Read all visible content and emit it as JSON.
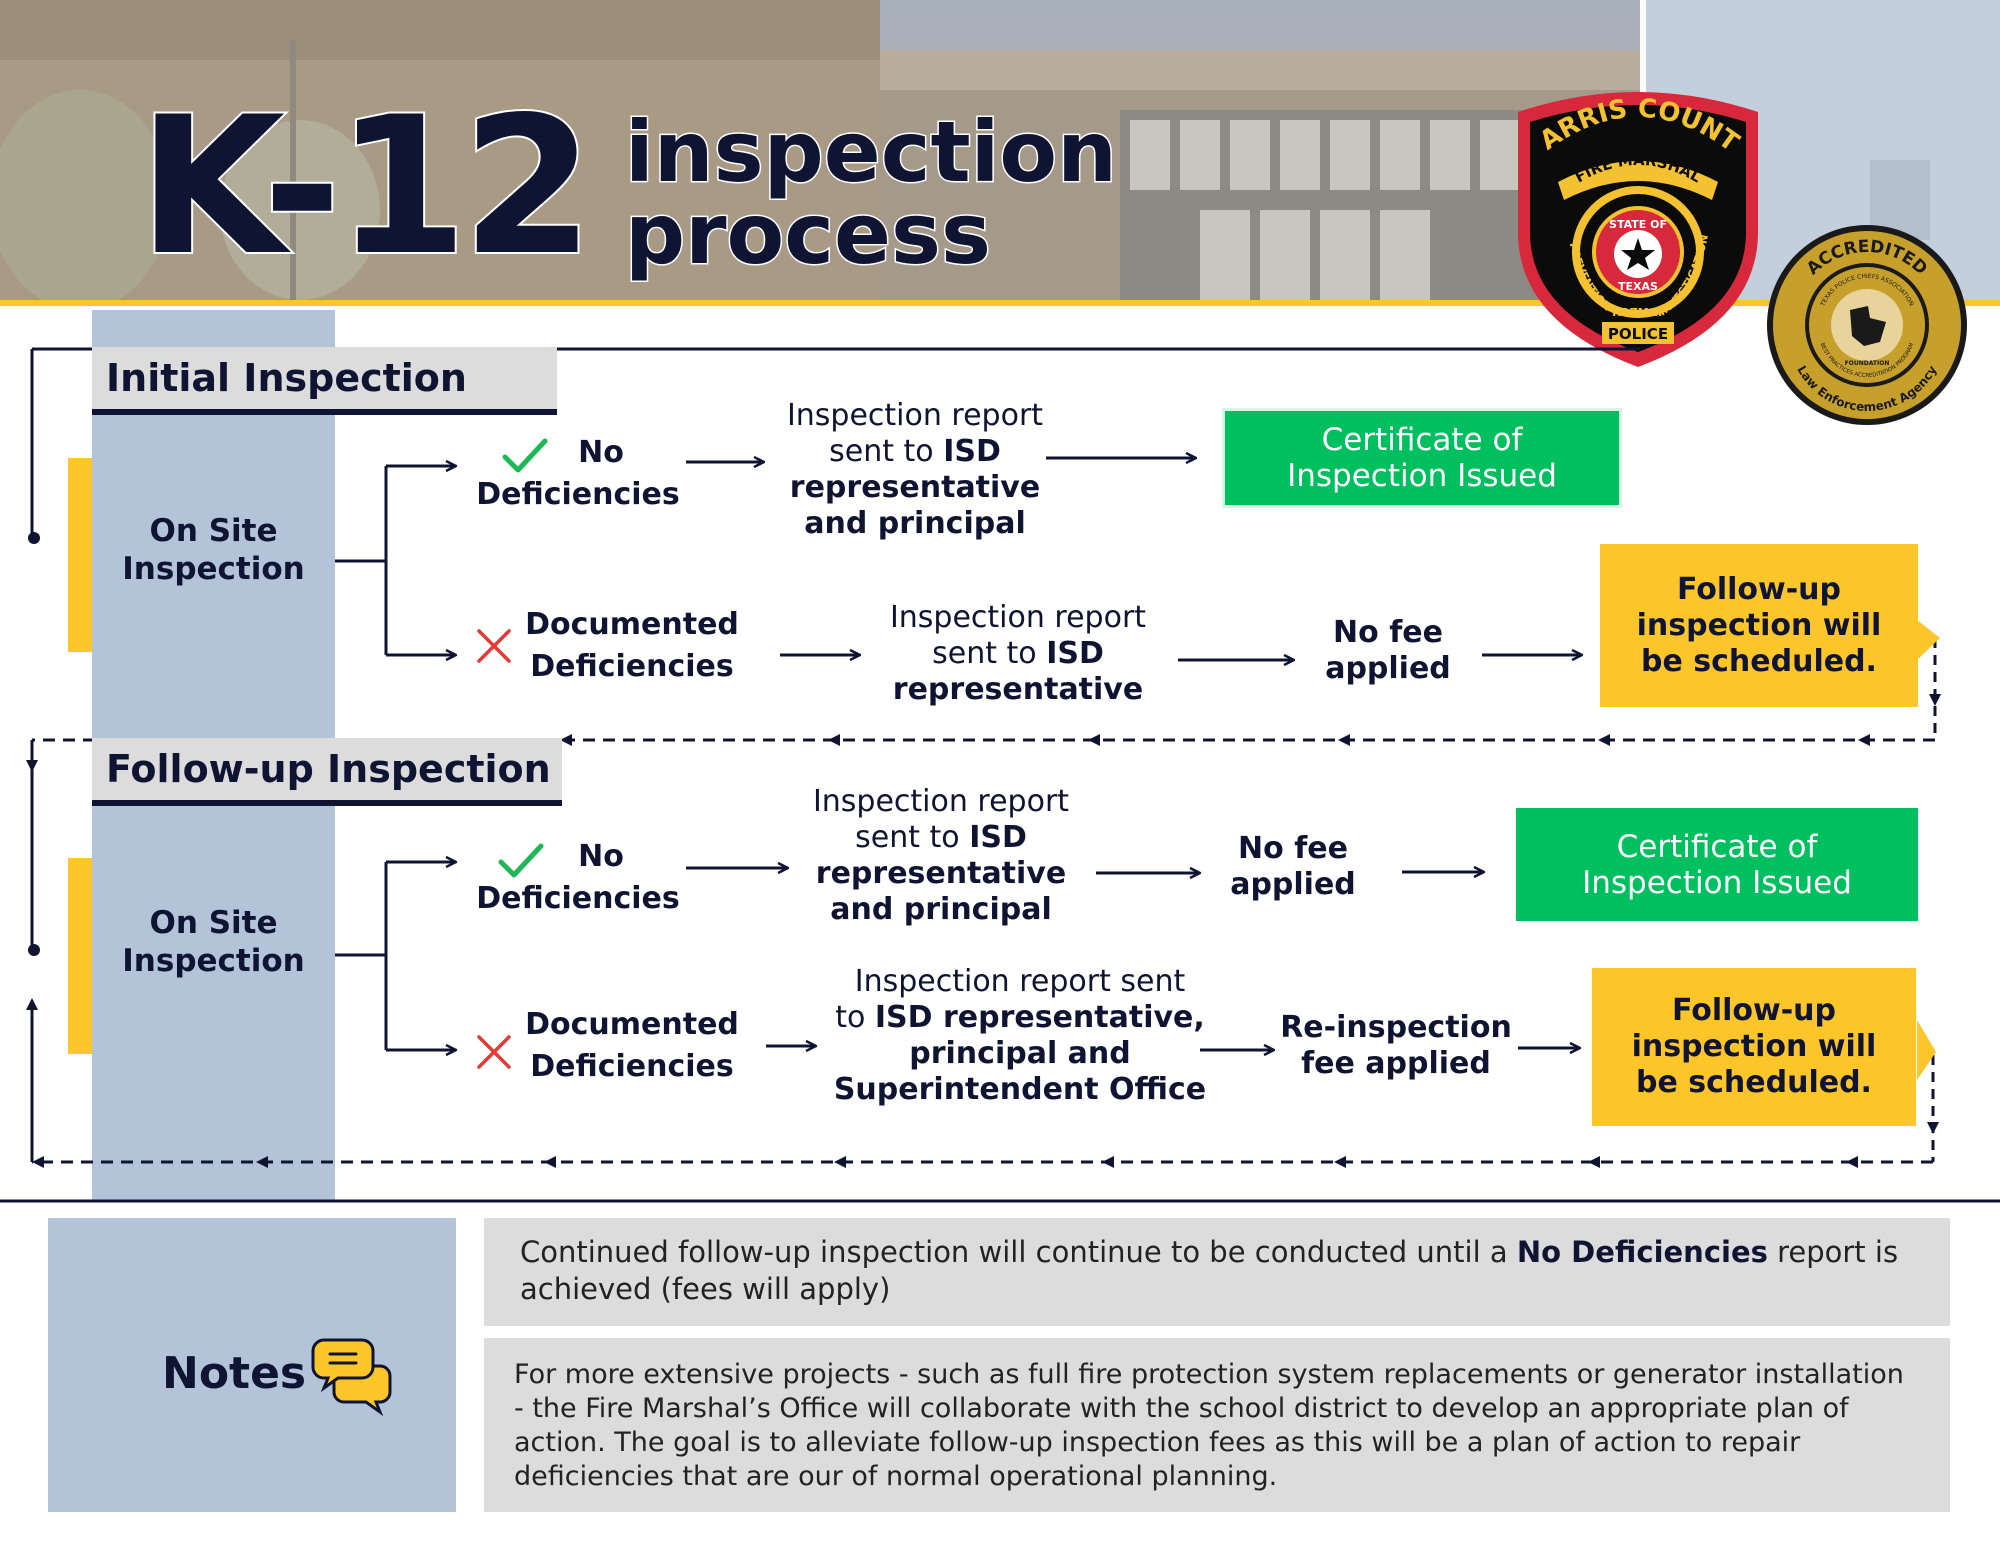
{
  "header": {
    "title_big": "K-12",
    "title_line1": "inspection",
    "title_line2": "process"
  },
  "badges": {
    "harris": {
      "county": "HARRIS COUNTY",
      "fire_marshal": "FIRE MARSHAL",
      "state_of": "STATE OF",
      "texas": "TEXAS",
      "prevention": "PREVENTION",
      "investigation": "INVESTIGATION",
      "hazmat": "HAZMAT",
      "police": "POLICE"
    },
    "accredited": {
      "top": "ACCREDITED",
      "bottom": "Law Enforcement Agency",
      "inner_top": "TEXAS POLICE CHIEFS ASSOCIATION",
      "inner_bottom": "BEST PRACTICES ACCREDITATION PROGRAM",
      "foundation": "FOUNDATION"
    }
  },
  "initial": {
    "section_label": "Initial Inspection",
    "onsite": [
      "On Site",
      "Inspection"
    ],
    "row1": {
      "status_line1": "No",
      "status_line2": "Deficiencies",
      "report_line1": "Inspection report",
      "report_line2_pre": "sent to ",
      "report_line2_bold": "ISD",
      "report_line3": "representative",
      "report_line4": "and principal",
      "outcome": [
        "Certificate of",
        "Inspection Issued"
      ]
    },
    "row2": {
      "status_line1": "Documented",
      "status_line2": "Deficiencies",
      "report_line1": "Inspection report",
      "report_line2_pre": "sent to ",
      "report_line2_bold": "ISD",
      "report_line3": "representative",
      "fee": [
        "No fee",
        "applied"
      ],
      "outcome": [
        "Follow-up",
        "inspection will",
        "be scheduled."
      ]
    }
  },
  "followup": {
    "section_label": "Follow-up Inspection",
    "onsite": [
      "On Site",
      "Inspection"
    ],
    "row1": {
      "status_line1": "No",
      "status_line2": "Deficiencies",
      "report_line1": "Inspection report",
      "report_line2_pre": "sent to ",
      "report_line2_bold": "ISD",
      "report_line3": "representative",
      "report_line4": "and principal",
      "fee": [
        "No fee",
        "applied"
      ],
      "outcome": [
        "Certificate of",
        "Inspection Issued"
      ]
    },
    "row2": {
      "status_line1": "Documented",
      "status_line2": "Deficiencies",
      "report_line1": "Inspection report sent",
      "report_line2_pre": "to ",
      "report_line2_bold": "ISD representative,",
      "report_line3": "principal and",
      "report_line4": "Superintendent Office",
      "fee": [
        "Re-inspection",
        "fee applied"
      ],
      "outcome": [
        "Follow-up",
        "inspection will",
        "be scheduled."
      ]
    }
  },
  "notes": {
    "label": "Notes",
    "note1_pre": "Continued follow-up inspection will continue to be conducted until a ",
    "note1_bold": "No Deficiencies",
    "note1_post": " report is achieved (fees will apply)",
    "note2": "For more extensive projects - such as full fire protection system replacements or generator installation - the Fire Marshal’s Office will collaborate with the school district to develop an appropriate plan of action.  The goal is to alleviate follow-up inspection fees as this will be a plan of action to repair deficiencies that are our of normal operational planning."
  },
  "colors": {
    "navy": "#0f1433",
    "green": "#00bf5f",
    "yellow": "#fcc62a",
    "steel_blue": "#b3c4d9",
    "gray": "#dcdcdc",
    "check": "#1db954",
    "cross": "#e53935"
  }
}
